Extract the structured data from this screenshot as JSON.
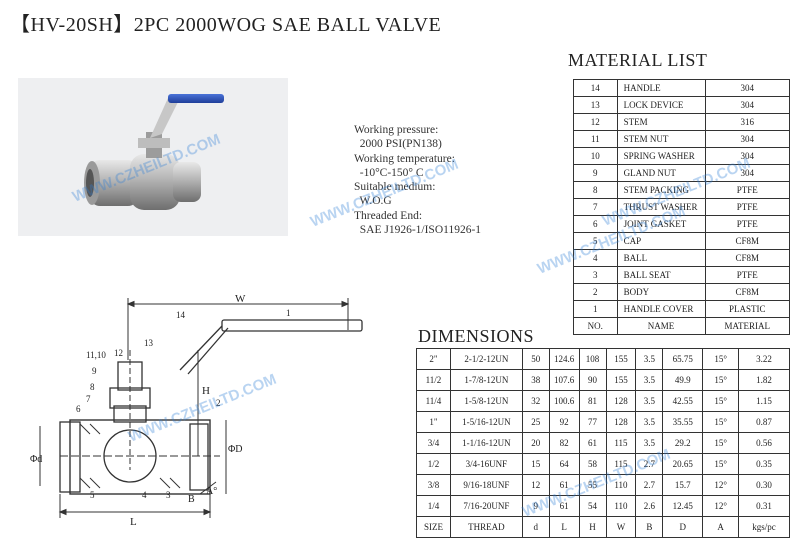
{
  "title": "【HV-20SH】2PC 2000WOG SAE BALL VALVE",
  "watermark": "WWW.CZHEILTD.COM",
  "specs": {
    "pressure_label": "Working pressure:",
    "pressure_value": "2000 PSI(PN138)",
    "temp_label": "Working temperature:",
    "temp_value": "-10°C-150° C",
    "medium_label": "Suitable medium:",
    "medium_value": "W.O.G",
    "thread_label": "Threaded End:",
    "thread_value": "SAE J1926-1/ISO11926-1"
  },
  "material_list": {
    "title": "MATERIAL LIST",
    "headers": [
      "NO.",
      "NAME",
      "MATERIAL"
    ],
    "rows": [
      [
        "14",
        "HANDLE",
        "304"
      ],
      [
        "13",
        "LOCK DEVICE",
        "304"
      ],
      [
        "12",
        "STEM",
        "316"
      ],
      [
        "11",
        "STEM NUT",
        "304"
      ],
      [
        "10",
        "SPRING WASHER",
        "304"
      ],
      [
        "9",
        "GLAND NUT",
        "304"
      ],
      [
        "8",
        "STEM PACKING",
        "PTFE"
      ],
      [
        "7",
        "THRUST WASHER",
        "PTFE"
      ],
      [
        "6",
        "JOINT GASKET",
        "PTFE"
      ],
      [
        "5",
        "CAP",
        "CF8M"
      ],
      [
        "4",
        "BALL",
        "CF8M"
      ],
      [
        "3",
        "BALL SEAT",
        "PTFE"
      ],
      [
        "2",
        "BODY",
        "CF8M"
      ],
      [
        "1",
        "HANDLE COVER",
        "PLASTIC"
      ]
    ]
  },
  "dimensions": {
    "title": "DIMENSIONS",
    "headers": [
      "SIZE",
      "THREAD",
      "d",
      "L",
      "H",
      "W",
      "B",
      "D",
      "A",
      "kgs/pc"
    ],
    "rows": [
      [
        "2\"",
        "2-1/2-12UN",
        "50",
        "124.6",
        "108",
        "155",
        "3.5",
        "65.75",
        "15°",
        "3.22"
      ],
      [
        "11/2",
        "1-7/8-12UN",
        "38",
        "107.6",
        "90",
        "155",
        "3.5",
        "49.9",
        "15°",
        "1.82"
      ],
      [
        "11/4",
        "1-5/8-12UN",
        "32",
        "100.6",
        "81",
        "128",
        "3.5",
        "42.55",
        "15°",
        "1.15"
      ],
      [
        "1\"",
        "1-5/16-12UN",
        "25",
        "92",
        "77",
        "128",
        "3.5",
        "35.55",
        "15°",
        "0.87"
      ],
      [
        "3/4",
        "1-1/16-12UN",
        "20",
        "82",
        "61",
        "115",
        "3.5",
        "29.2",
        "15°",
        "0.56"
      ],
      [
        "1/2",
        "3/4-16UNF",
        "15",
        "64",
        "58",
        "115",
        "2.7",
        "20.65",
        "15°",
        "0.35"
      ],
      [
        "3/8",
        "9/16-18UNF",
        "12",
        "61",
        "55",
        "110",
        "2.7",
        "15.7",
        "12°",
        "0.30"
      ],
      [
        "1/4",
        "7/16-20UNF",
        "9",
        "61",
        "54",
        "110",
        "2.6",
        "12.45",
        "12°",
        "0.31"
      ]
    ]
  },
  "drawing": {
    "dim_w": "W",
    "dim_h": "H",
    "dim_l": "L",
    "dim_d_small": "Φd",
    "dim_d_big": "ΦD",
    "dim_b": "B",
    "dim_a": "A°",
    "callouts": [
      "14",
      "1",
      "11,10",
      "12",
      "13",
      "9",
      "8",
      "7",
      "6",
      "2",
      "5",
      "4",
      "3"
    ]
  },
  "colors": {
    "handle_blue": "#2b4fb0",
    "steel": "#b9b9b9",
    "watermark": "#2f7fd6"
  }
}
